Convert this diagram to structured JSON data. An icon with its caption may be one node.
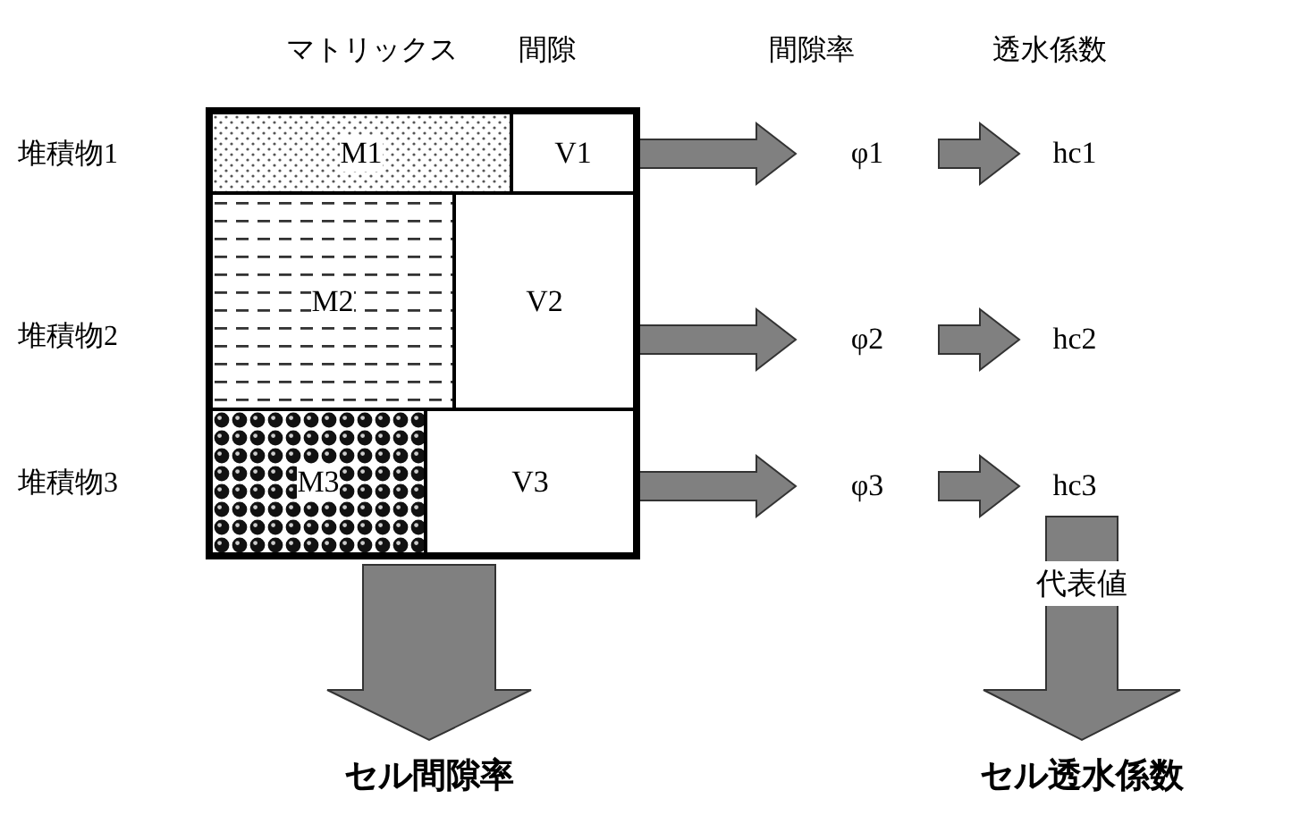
{
  "diagram": {
    "nodes": [
      {
        "text": [],
        "shape": "box"
      },
      {
        "text": [
          "M1"
        ],
        "in": 0
      },
      {
        "text": [
          "V1"
        ],
        "in": 0
      },
      {
        "text": [
          "M2"
        ],
        "in": 0
      },
      {
        "text": [
          "V2"
        ],
        "in": 0
      },
      {
        "text": [
          "M3"
        ],
        "in": 0
      },
      {
        "text": [
          "V3"
        ],
        "in": 0
      },
      {
        "text": [
          "φ1"
        ]
      },
      {
        "text": [
          "hc1"
        ]
      },
      {
        "text": [
          "φ2"
        ]
      },
      {
        "text": [
          "hc2"
        ]
      },
      {
        "text": [
          "φ3"
        ]
      },
      {
        "text": [
          "hc3"
        ]
      },
      {
        "text": [
          "セル間隙率"
        ]
      },
      {
        "text": [
          "セル透水係数"
        ]
      }
    ],
    "edges": [
      {
        "from": 2,
        "to": 7,
        "arrow": "to"
      },
      {
        "from": 7,
        "to": 8,
        "arrow": "to"
      },
      {
        "from": 4,
        "to": 9,
        "arrow": "to"
      },
      {
        "from": 9,
        "to": 10,
        "arrow": "to"
      },
      {
        "from": 6,
        "to": 11,
        "arrow": "to"
      },
      {
        "from": 11,
        "to": 12,
        "arrow": "to"
      },
      {
        "from": 0,
        "to": 13,
        "arrow": "to"
      },
      {
        "from": 12,
        "to": 14,
        "arrow": "to",
        "label": "代表値"
      }
    ],
    "labels": [
      "マトリックス",
      "間隙",
      "間隙率",
      "透水係数",
      "堆積物1",
      "堆積物2",
      "堆積物3"
    ]
  }
}
